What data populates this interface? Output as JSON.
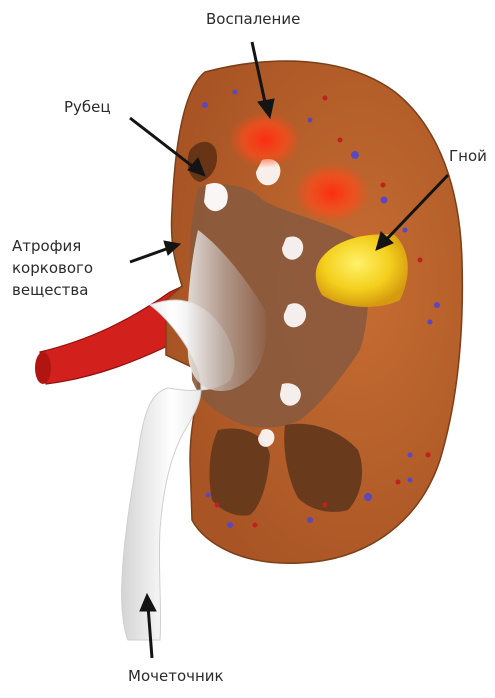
{
  "labels": {
    "inflammation": "Воспаление",
    "scar": "Рубец",
    "pus": "Гной",
    "atrophy_line1": "Атрофия",
    "atrophy_line2": "коркового",
    "atrophy_line3": "вещества",
    "ureter": "Мочеточник"
  },
  "colors": {
    "cortex": "#b7612a",
    "medulla": "#8a5a3e",
    "artery": "#d2201c",
    "inflammation": "#ff3b1a",
    "pus": "#f2cc1e",
    "ureter": "#e6e6e6",
    "arrow": "#141414"
  }
}
